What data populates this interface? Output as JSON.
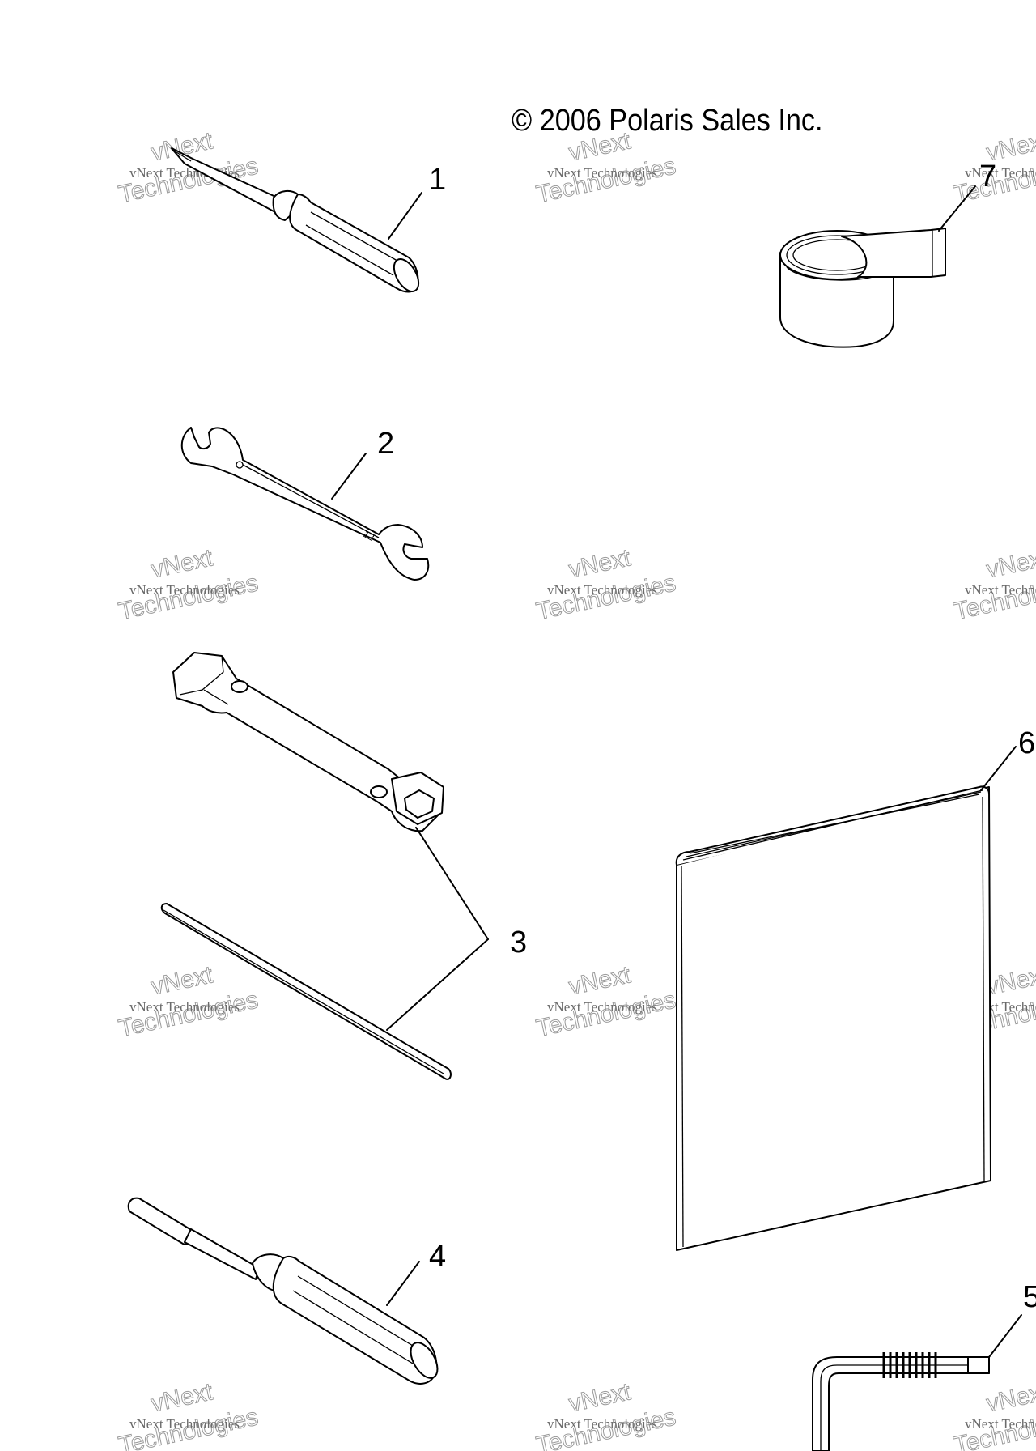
{
  "copyright": "© 2006 Polaris Sales Inc.",
  "callouts": [
    "1",
    "2",
    "3",
    "4",
    "5",
    "6",
    "7"
  ],
  "watermark": {
    "line1": "vNext Technologies",
    "line2": "Technologies",
    "line3": "vNext"
  },
  "parts": [
    {
      "icon": "screwdriver-icon"
    },
    {
      "icon": "open-end-wrench-icon"
    },
    {
      "icon": "spark-plug-wrench-icon"
    },
    {
      "icon": "screwdriver-icon"
    },
    {
      "icon": "hex-key-icon"
    },
    {
      "icon": "owners-manual-icon"
    },
    {
      "icon": "tape-roll-icon"
    }
  ]
}
